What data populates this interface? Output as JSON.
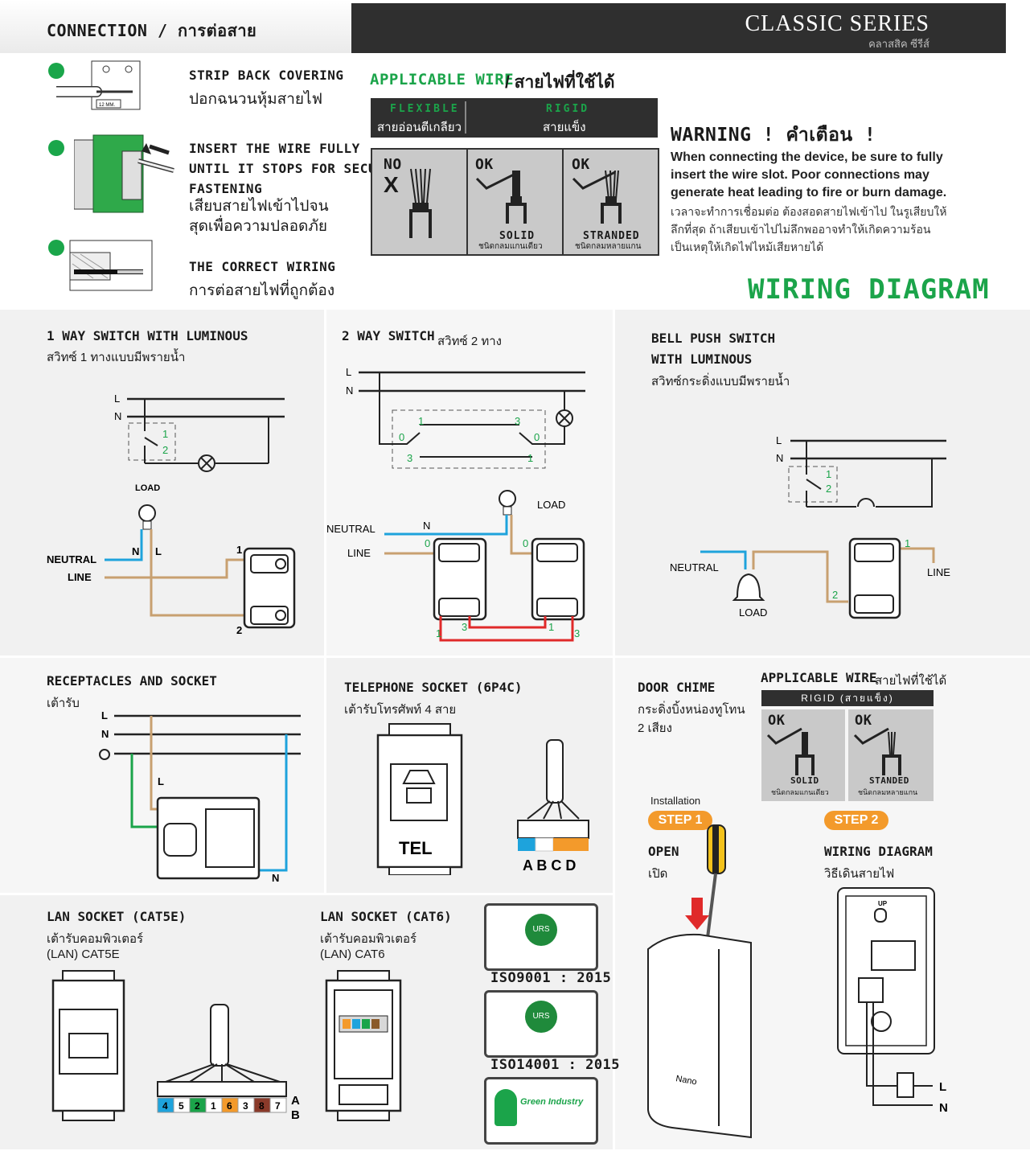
{
  "header": {
    "connection_title": "CONNECTION / การต่อสาย",
    "series_title": "CLASSIC SERIES",
    "series_sub": "คลาสสิค ซีรีส์"
  },
  "steps": [
    {
      "en": "STRIP BACK COVERING",
      "th": "ปอกฉนวนหุ้มสายไฟ",
      "note": "12 MM."
    },
    {
      "en1": "INSERT THE WIRE FULLY",
      "en2": "UNTIL IT STOPS FOR SECURE",
      "en3": "FASTENING",
      "th1": "เสียบสายไฟเข้าไปจน",
      "th2": "สุดเพื่อความปลอดภัย"
    },
    {
      "en": "THE CORRECT WIRING",
      "th": "การต่อสายไฟที่ถูกต้อง"
    }
  ],
  "applicable": {
    "title_en": "APPLICABLE WIRE",
    "title_th": "/ สายไฟที่ใช้ได้",
    "flexible": "FLEXIBLE",
    "flexible_th": "สายอ่อนตีเกลียว",
    "rigid": "RIGID",
    "rigid_th": "สายแข็ง",
    "no": "NO",
    "x": "X",
    "ok": "OK",
    "solid": "SOLID",
    "solid_th": "ชนิดกลมแกนเดียว",
    "stranded": "STRANDED",
    "stranded_th": "ชนิดกลมหลายแกน"
  },
  "warning": {
    "title": "WARNING ! คำเตือน !",
    "en1": "When connecting the device, be sure to fully",
    "en2": "insert the wire slot. Poor connections may",
    "en3": "generate heat leading to fire or burn damage.",
    "th1": "เวลาจะทำการเชื่อมต่อ ต้องสอดสายไฟเข้าไป ในรูเสียบให้",
    "th2": "ลึกที่สุด ถ้าเสียบเข้าไปไม่ลึกพออาจทำให้เกิดความร้อน",
    "th3": "เป็นเหตุให้เกิดไฟไหม้เสียหายได้"
  },
  "wiring_diagram_title": "WIRING DIAGRAM",
  "one_way": {
    "title": "1 WAY SWITCH WITH LUMINOUS",
    "th": "สวิทซ์ 1 ทางแบบมีพรายน้ำ",
    "L": "L",
    "N": "N",
    "t1": "1",
    "t2": "2",
    "load": "LOAD",
    "neutral": "NEUTRAL",
    "line": "LINE"
  },
  "two_way": {
    "title": "2 WAY SWITCH",
    "th": "สวิทซ์ 2 ทาง",
    "L": "L",
    "N": "N",
    "t0": "0",
    "t1": "1",
    "t3": "3",
    "load": "LOAD",
    "neutral": "NEUTRAL",
    "line": "LINE"
  },
  "bell": {
    "title1": "BELL PUSH SWITCH",
    "title2": "WITH LUMINOUS",
    "th": "สวิทซ์กระดิ่งแบบมีพรายน้ำ",
    "L": "L",
    "N": "N",
    "t1": "1",
    "t2": "2",
    "neutral": "NEUTRAL",
    "line": "LINE",
    "load": "LOAD"
  },
  "receptacle": {
    "title": "RECEPTACLES AND SOCKET",
    "th": "เต้ารับ",
    "L": "L",
    "N": "N"
  },
  "telephone": {
    "title": "TELEPHONE SOCKET (6P4C)",
    "th": "เต้ารับโทรศัพท์ 4 สาย",
    "tel": "TEL",
    "abcd": "A B C D"
  },
  "door_chime": {
    "title": "DOOR CHIME",
    "th1": "กระดิ่งบิ้งหน่องทูโทน",
    "th2": "2 เสียง",
    "applicable": "APPLICABLE WIRE",
    "applicable_th": "สายไฟที่ใช้ได้",
    "rigid": "RIGID (สายแข็ง)",
    "ok": "OK",
    "solid": "SOLID",
    "solid_th": "ชนิดกลมแกนเดียว",
    "standed": "STANDED",
    "standed_th": "ชนิดกลมหลายแกน",
    "installation": "Installation",
    "step1": "STEP 1",
    "step2": "STEP 2",
    "open": "OPEN",
    "open_th": "เปิด",
    "wd": "WIRING DIAGRAM",
    "wd_th": "วิธีเดินสายไฟ",
    "L": "L",
    "N": "N",
    "up": "UP",
    "brand": "Nano"
  },
  "lan5": {
    "title": "LAN SOCKET (CAT5E)",
    "th1": "เต้ารับคอมพิวเตอร์",
    "th2": "(LAN) CAT5E",
    "pins": [
      "4",
      "5",
      "2",
      "1",
      "6",
      "3",
      "8",
      "7"
    ],
    "A": "A",
    "B": "B"
  },
  "lan6": {
    "title": "LAN SOCKET (CAT6)",
    "th1": "เต้ารับคอมพิวเตอร์",
    "th2": "(LAN) CAT6"
  },
  "certs": {
    "iso9001": "ISO9001 : 2015",
    "iso14001": "ISO14001 : 2015",
    "urs": "URS",
    "green": "Green Industry"
  },
  "colors": {
    "green": "#1ba44a",
    "blue": "#1ea3dc",
    "brown": "#c8a070",
    "red": "#e02a2a",
    "orange": "#f39a2b"
  }
}
